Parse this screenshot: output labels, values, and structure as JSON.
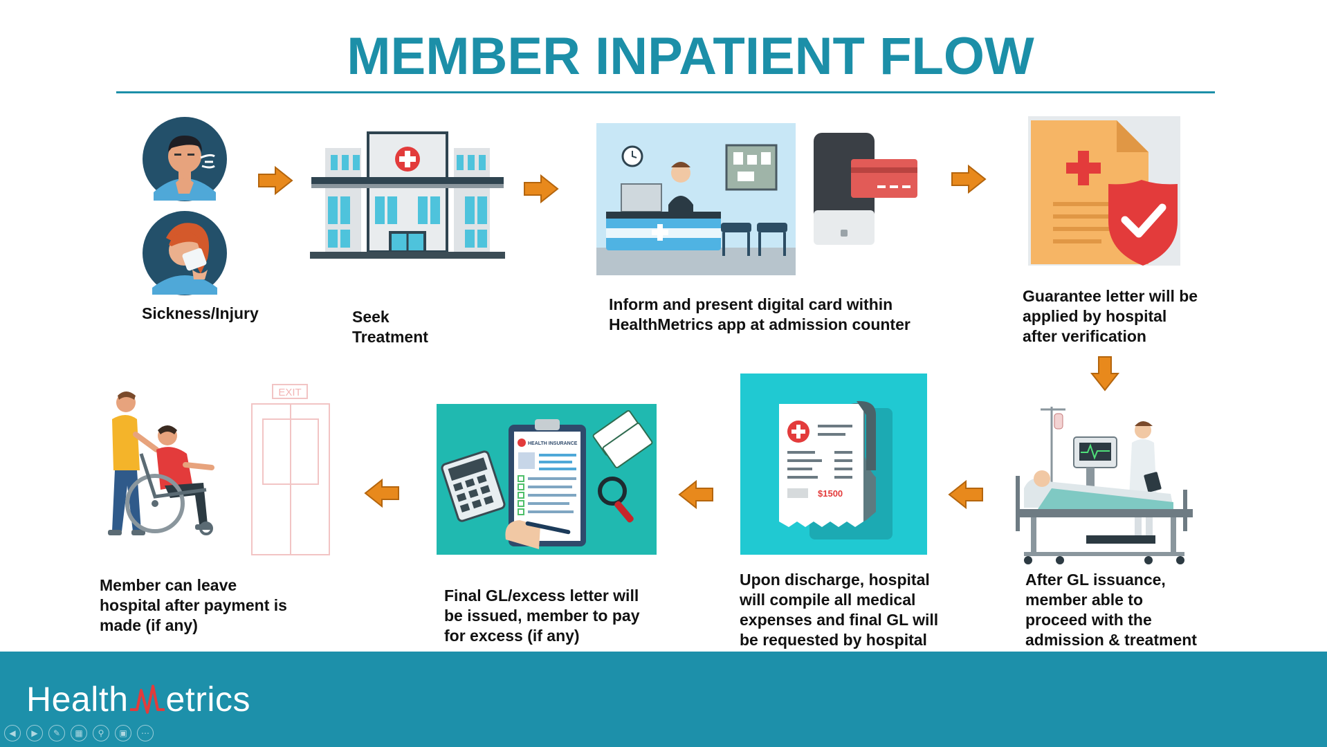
{
  "title": "MEMBER INPATIENT FLOW",
  "steps": [
    {
      "id": 1,
      "caption": "Sickness/Injury"
    },
    {
      "id": 2,
      "caption": "Seek\nTreatment"
    },
    {
      "id": 3,
      "caption": "Inform and present digital card within\nHealthMetrics app at admission counter"
    },
    {
      "id": 4,
      "caption": "Guarantee letter will be\napplied by hospital\nafter verification"
    },
    {
      "id": 5,
      "caption": "After GL issuance,\nmember able to\nproceed with the\nadmission & treatment"
    },
    {
      "id": 6,
      "caption": "Upon discharge, hospital\nwill compile all medical\nexpenses and final GL will\nbe requested by hospital"
    },
    {
      "id": 7,
      "caption": "Final GL/excess letter will\nbe issued, member to pay\nfor excess (if any)"
    },
    {
      "id": 8,
      "caption": "Member can leave\nhospital after payment is\nmade (if any)"
    }
  ],
  "illustrations": {
    "exit_sign": "EXIT",
    "insurance_form": "HEALTH INSURANCE",
    "bill_amount": "$1500"
  },
  "logo": {
    "prefix": "Health",
    "suffix": "etrics"
  },
  "colors": {
    "accent": "#1c8fa8",
    "arrow": "#e8891c",
    "footer": "#1d90aa"
  },
  "nav_icons": [
    "prev-icon",
    "next-icon",
    "pen-icon",
    "slides-icon",
    "zoom-icon",
    "screen-icon",
    "more-icon"
  ]
}
